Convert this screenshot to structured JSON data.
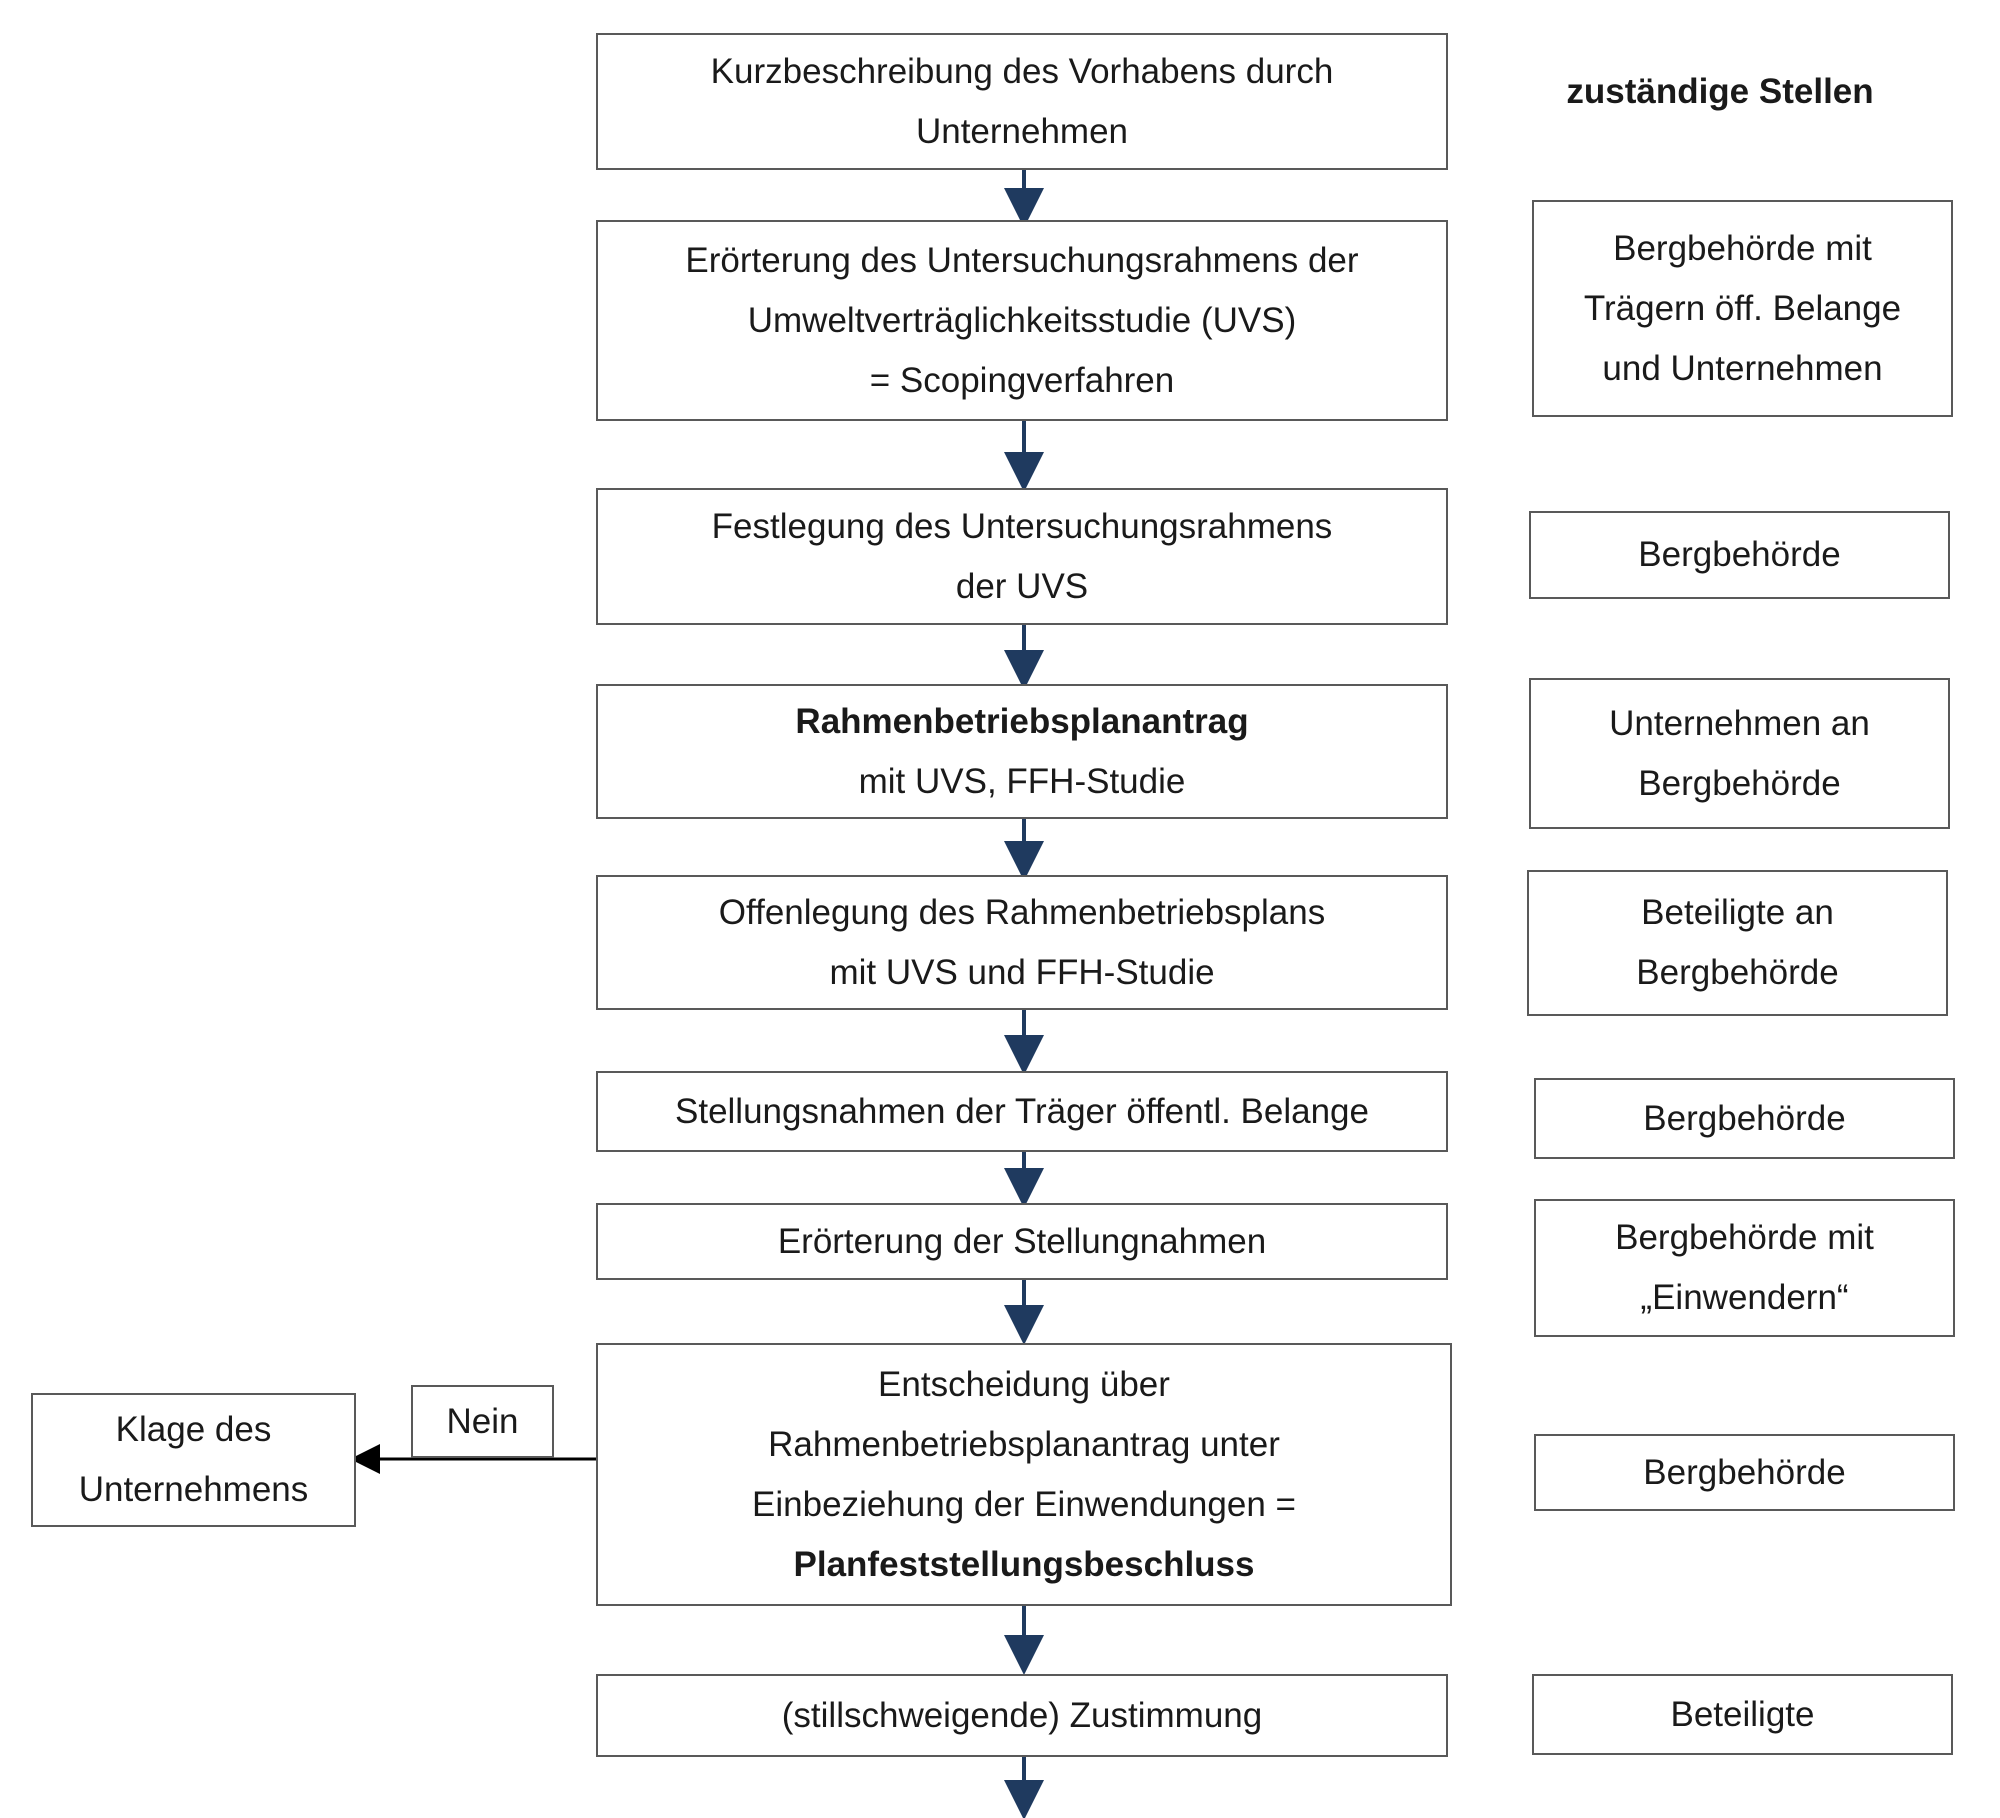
{
  "heading": "zuständige Stellen",
  "steps": [
    {
      "lines": [
        "Kurzbeschreibung des Vorhabens durch",
        "Unternehmen"
      ]
    },
    {
      "lines": [
        "Erörterung des Untersuchungsrahmens der",
        "Umweltverträglichkeitsstudie (UVS)",
        "= Scopingverfahren"
      ]
    },
    {
      "lines": [
        "Festlegung des Untersuchungsrahmens",
        "der UVS"
      ]
    },
    {
      "lines": [
        "Rahmenbetriebsplanantrag",
        "mit UVS, FFH-Studie"
      ]
    },
    {
      "lines": [
        "Offenlegung des Rahmenbetriebsplans",
        "mit UVS und FFH-Studie"
      ]
    },
    {
      "lines": [
        "Stellungsnahmen der Träger öffentl. Belange"
      ]
    },
    {
      "lines": [
        "Erörterung der Stellungnahmen"
      ]
    },
    {
      "lines": [
        "Entscheidung über",
        "Rahmenbetriebsplanantrag unter",
        "Einbeziehung der Einwendungen =",
        "Planfeststellungsbeschluss"
      ]
    },
    {
      "lines": [
        "(stillschweigende) Zustimmung"
      ]
    }
  ],
  "responsible": [
    {
      "lines": [
        "Bergbehörde mit",
        "Trägern öff. Belange",
        "und Unternehmen"
      ]
    },
    {
      "lines": [
        "Bergbehörde"
      ]
    },
    {
      "lines": [
        "Unternehmen an",
        "Bergbehörde"
      ]
    },
    {
      "lines": [
        "Beteiligte an",
        "Bergbehörde"
      ]
    },
    {
      "lines": [
        "Bergbehörde"
      ]
    },
    {
      "lines": [
        "Bergbehörde mit",
        "„Einwendern“"
      ]
    },
    {
      "lines": [
        "Bergbehörde"
      ]
    },
    {
      "lines": [
        "Beteiligte"
      ]
    }
  ],
  "branch": {
    "label": "Nein",
    "lines": [
      "Klage des",
      "Unternehmens"
    ]
  },
  "colors": {
    "arrow": "#1f3a5f",
    "border": "#595959",
    "branch_arrow": "#000000"
  }
}
